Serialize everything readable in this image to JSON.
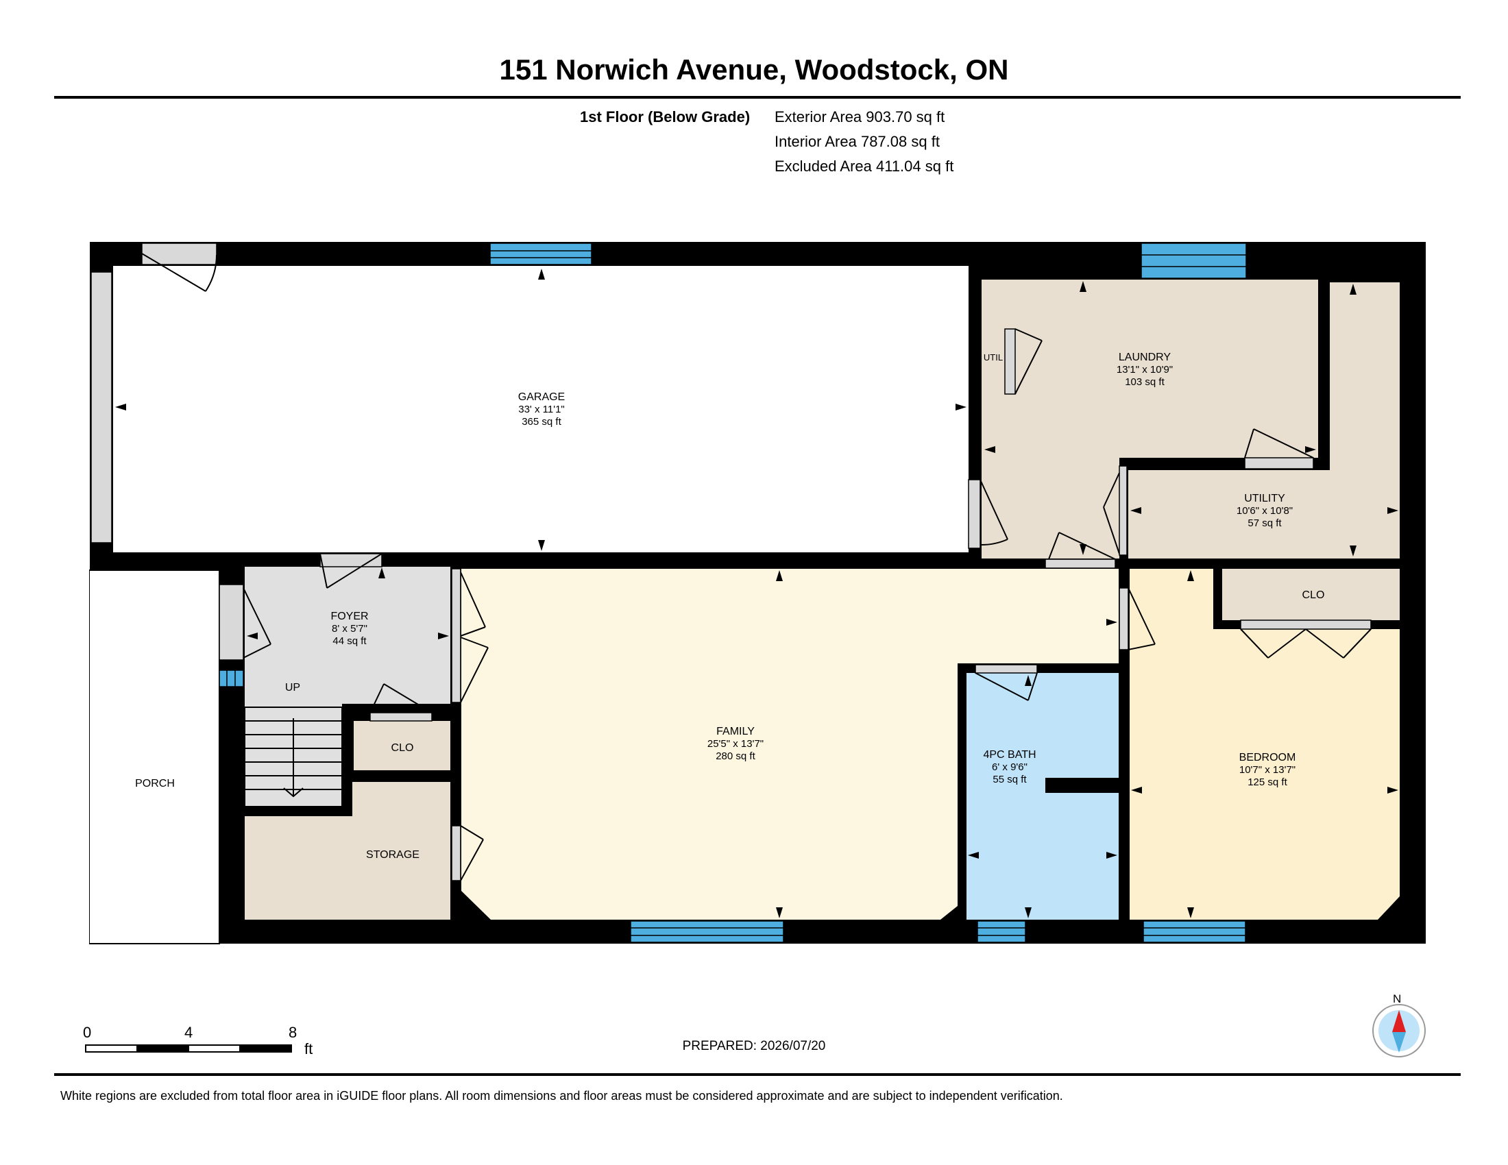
{
  "header": {
    "title": "151 Norwich Avenue, Woodstock, ON",
    "floor_label": "1st Floor (Below Grade)",
    "areas": [
      "Exterior Area 903.70 sq ft",
      "Interior Area 787.08 sq ft",
      "Excluded Area 411.04 sq ft"
    ]
  },
  "rooms": {
    "garage": {
      "name": "GARAGE",
      "dims": "33' x 11'1\"",
      "area": "365 sq ft"
    },
    "laundry": {
      "name": "LAUNDRY",
      "dims": "13'1\" x 10'9\"",
      "area": "103 sq ft"
    },
    "util": {
      "name": "UTIL"
    },
    "utility": {
      "name": "UTILITY",
      "dims": "10'6\" x 10'8\"",
      "area": "57 sq ft"
    },
    "foyer": {
      "name": "FOYER",
      "dims": "8' x 5'7\"",
      "area": "44 sq ft"
    },
    "up": {
      "name": "UP"
    },
    "clo_foyer": {
      "name": "CLO"
    },
    "storage": {
      "name": "STORAGE"
    },
    "porch": {
      "name": "PORCH"
    },
    "family": {
      "name": "FAMILY",
      "dims": "25'5\" x 13'7\"",
      "area": "280 sq ft"
    },
    "bath": {
      "name": "4PC BATH",
      "dims": "6' x 9'6\"",
      "area": "55 sq ft"
    },
    "bedroom": {
      "name": "BEDROOM",
      "dims": "10'7\" x 13'7\"",
      "area": "125 sq ft"
    },
    "clo_bedroom": {
      "name": "CLO"
    }
  },
  "colors": {
    "wall": "#000000",
    "garage": "#ffffff",
    "laundry": "#e8dfd0",
    "foyer": "#e0e0e0",
    "family": "#fdf6e1",
    "bath": "#bfe3f9",
    "bedroom": "#fdf0cf",
    "window": "#4eaee0",
    "door_jamb": "#d9d9d9"
  },
  "scale": {
    "ticks": [
      "0",
      "4",
      "8"
    ],
    "unit": "ft"
  },
  "compass": {
    "label": "N"
  },
  "prepared": "PREPARED: 2026/07/20",
  "footer": "White regions are excluded from total floor area in iGUIDE floor plans. All room dimensions and floor areas must be considered approximate and are subject to independent verification."
}
